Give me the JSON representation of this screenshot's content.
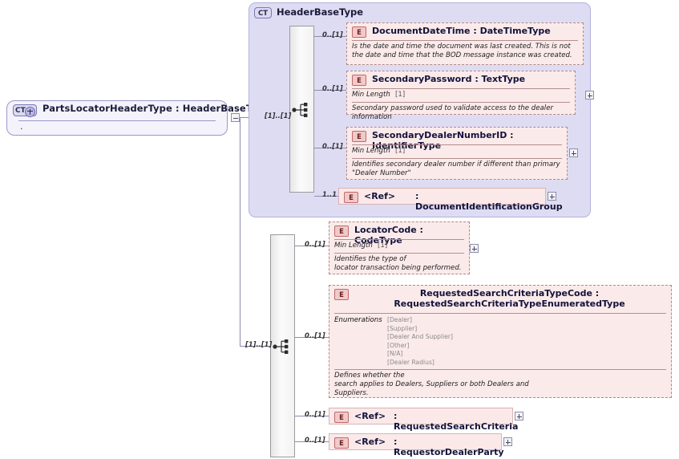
{
  "root": {
    "badge": "CT",
    "title": "PartsLocatorHeaderType : HeaderBaseType",
    "dot": "."
  },
  "base_type": {
    "badge": "CT",
    "name": "HeaderBaseType",
    "compositor": "sequence",
    "cardinality": "[1]..[1]",
    "elements": [
      {
        "badge": "E",
        "name": "DocumentDateTime : DateTimeType",
        "cardinality": "0..[1]",
        "description": "Is the date and time the document was last created.  This is not the date and time that the BOD message instance was created.",
        "expander": "+"
      },
      {
        "badge": "E",
        "name": "SecondaryPassword : TextType",
        "cardinality": "0..[1]",
        "facet_label": "Min Length",
        "facet_value": "[1]",
        "description": "Secondary password used to validate access to the dealer information",
        "expander": "+"
      },
      {
        "badge": "E",
        "name": "SecondaryDealerNumberID : IdentifierType",
        "cardinality": "0..[1]",
        "facet_label": "Min Length",
        "facet_value": "[1]",
        "description": "Identifies secondary dealer number if different than primary \"Dealer Number\"",
        "expander": "+"
      },
      {
        "badge": "E",
        "name": "<Ref>",
        "type": ": DocumentIdentificationGroup",
        "cardinality": "1..1",
        "expander": "+"
      }
    ]
  },
  "local_sequence": {
    "compositor": "sequence",
    "cardinality": "[1]..[1]",
    "elements": [
      {
        "badge": "E",
        "name": "LocatorCode : CodeType",
        "cardinality": "0..[1]",
        "facet_label": "Min Length",
        "facet_value": "[1]",
        "description": "Identifies the type of\nlocator transaction being performed.",
        "expander": "+"
      },
      {
        "badge": "E",
        "name": "RequestedSearchCriteriaTypeCode : RequestedSearchCriteriaTypeEnumeratedType",
        "cardinality": "0..[1]",
        "enumerations_label": "Enumerations",
        "enumerations": [
          "[Dealer]",
          "[Supplier]",
          "[Dealer And Supplier]",
          "[Other]",
          "[N/A]",
          "[Dealer Radius]"
        ],
        "description": "Defines whether the\n    search applies to Dealers, Suppliers or both Dealers and\nSuppliers."
      },
      {
        "badge": "E",
        "name": "<Ref>",
        "type": ": RequestedSearchCriteria",
        "cardinality": "0..[1]",
        "expander": "+"
      },
      {
        "badge": "E",
        "name": "<Ref>",
        "type": ": RequestorDealerParty",
        "cardinality": "0..[1]",
        "expander": "+"
      }
    ]
  },
  "colors": {
    "container_bg": "#dedcf3",
    "element_bg": "#fbeaea",
    "root_bg": "#f4f3fb",
    "line": "#8c8cae"
  }
}
